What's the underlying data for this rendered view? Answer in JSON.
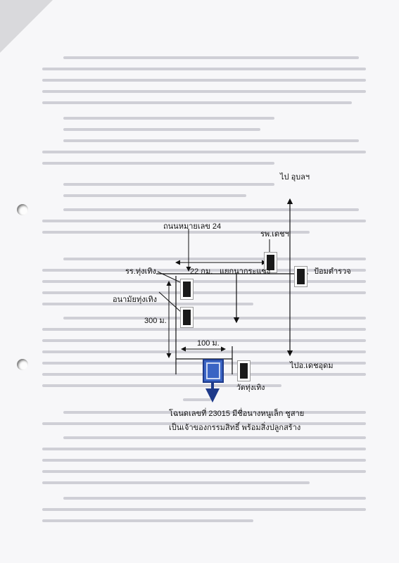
{
  "map": {
    "to_udon": "ไป อุบลฯ",
    "road_24": "ถนนหมายเลข 24",
    "hospital": "รพ.เดชฯ",
    "school": "รร.ทุ่งเทิง",
    "distance_22km": "22 กม.",
    "junction": "แยกนากระแซง",
    "police_box": "ป้อมตำรวจ",
    "health_station": "อนามัยทุ่งเทิง",
    "distance_300m": "300 ม.",
    "distance_100m": "100 ม.",
    "to_det_udom": "ไปอ.เดชอุดม",
    "temple": "วัดทุ่งเทิง",
    "caption_line1": "โฉนดเลขที่ 23015 มีชื่อนางหนูเล็ก ชูสาย",
    "caption_line2": "เป็นเจ้าของกรรมสิทธิ์ พร้อมสิ่งปลูกสร้าง"
  }
}
